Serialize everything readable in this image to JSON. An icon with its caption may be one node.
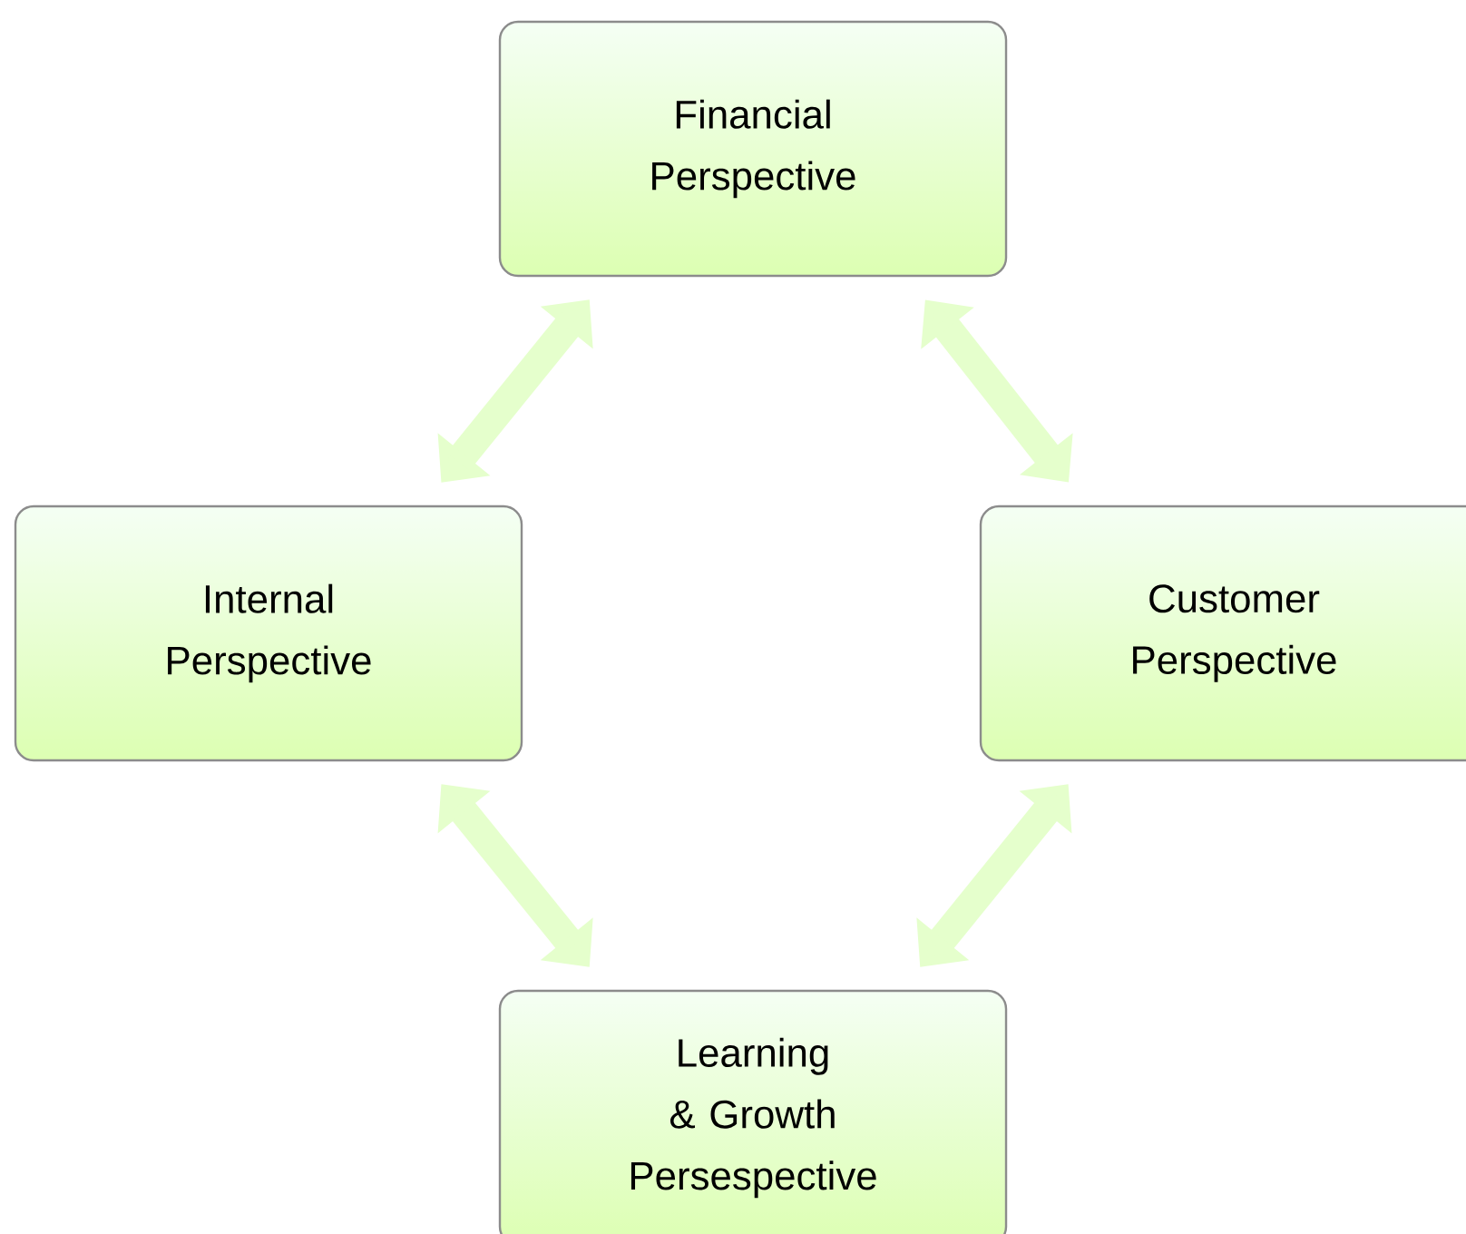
{
  "diagram": {
    "nodes": [
      {
        "text": [
          "Financial Perspective"
        ]
      },
      {
        "text": [
          "Internal Perspective"
        ]
      },
      {
        "text": [
          "Customer Perspective"
        ]
      },
      {
        "text": [
          "Learning & Growth Persespective"
        ]
      }
    ],
    "edges": [
      {
        "from": 0,
        "to": 1,
        "arrow": "both"
      },
      {
        "from": 0,
        "to": 2,
        "arrow": "both"
      },
      {
        "from": 1,
        "to": 3,
        "arrow": "both"
      },
      {
        "from": 2,
        "to": 3,
        "arrow": "both"
      }
    ]
  }
}
